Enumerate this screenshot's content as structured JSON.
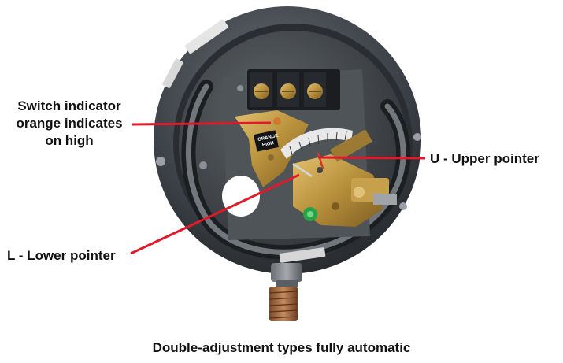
{
  "labels": {
    "switch_indicator": [
      "Switch indicator",
      "orange indicates",
      "on high"
    ],
    "upper_pointer": "U - Upper pointer",
    "lower_pointer": "L - Lower pointer"
  },
  "plate": {
    "line1": "ORANGE",
    "line2": "HIGH"
  },
  "caption": "Double-adjustment types fully automatic",
  "colors": {
    "leader_line": "#e0192b",
    "housing": "#3d4248",
    "brass": "#b8903c"
  }
}
